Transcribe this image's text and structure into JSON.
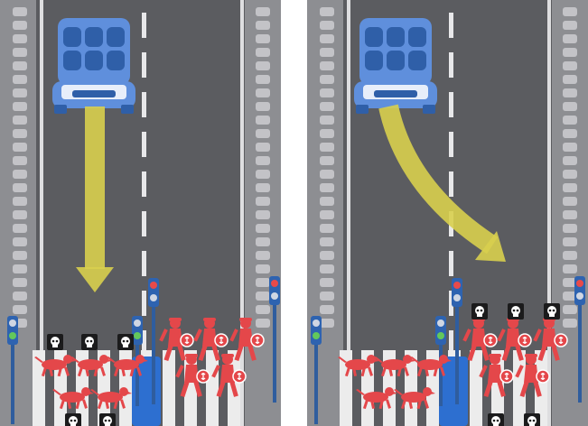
{
  "scene": {
    "panels": [
      {
        "id": "left",
        "outcome": "straight",
        "victims": [
          "dog",
          "dog",
          "dog",
          "dog",
          "dog"
        ]
      },
      {
        "id": "right",
        "outcome": "swerve",
        "victims": [
          "criminal",
          "criminal",
          "criminal",
          "criminal",
          "criminal"
        ]
      }
    ],
    "signal_colors": {
      "red": "#e84a4a",
      "green": "#63c85b",
      "pole": "#2f5d9e"
    },
    "colors": {
      "road": "#6d6d70",
      "curb": "#9a9a9d",
      "car": "#5f8fdc",
      "car_dark": "#2f5fa8",
      "arrow": "#d8cf4e",
      "figure": "#e4474a",
      "barrier": "#2d6fd0",
      "crosswalk": "#ececec"
    },
    "icons": [
      "skull-icon",
      "dog-icon",
      "criminal-icon",
      "money-bag-icon",
      "traffic-light-icon",
      "car-icon",
      "direction-arrow-icon"
    ]
  }
}
